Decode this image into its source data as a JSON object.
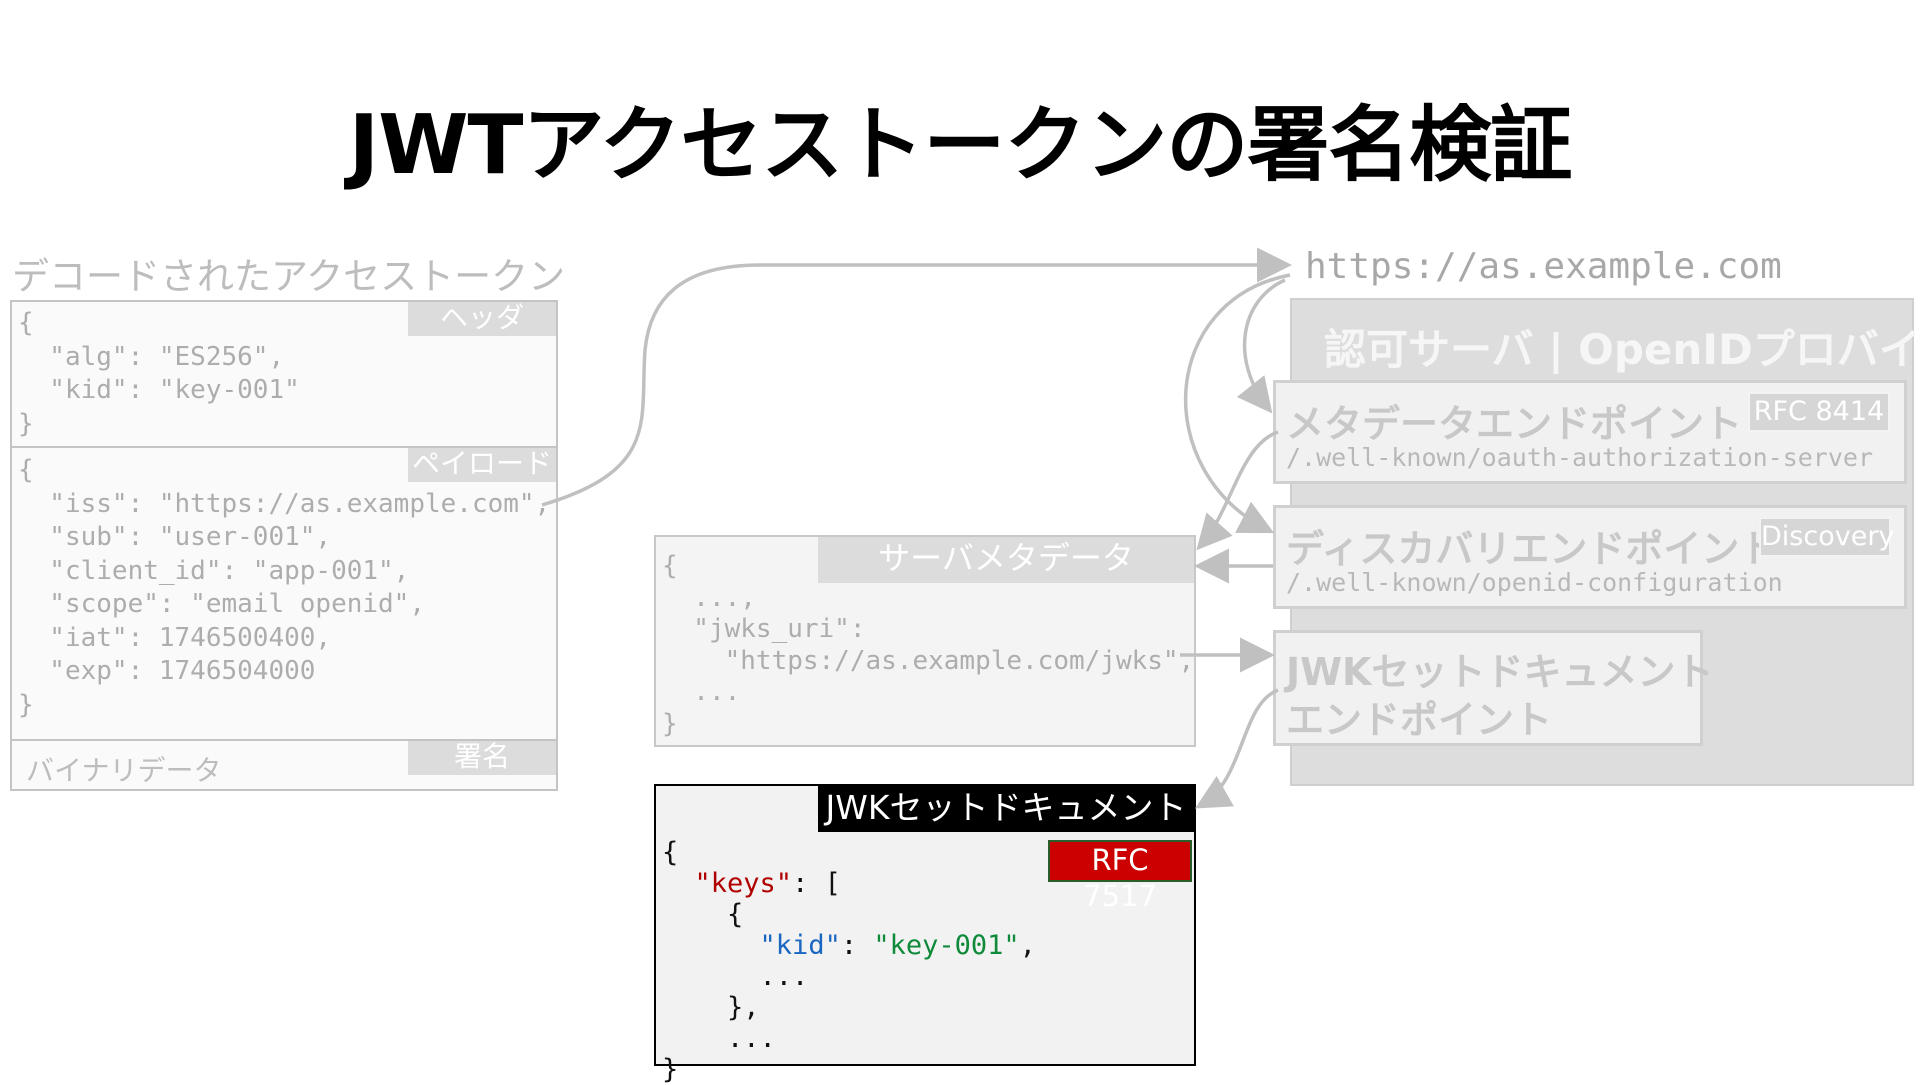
{
  "title": "JWTアクセストークンの署名検証",
  "token": {
    "caption": "デコードされたアクセストークン",
    "header_tag": "ヘッダ",
    "header_lines": [
      "{",
      "  \"alg\": \"ES256\",",
      "  \"kid\": \"key-001\"",
      "}"
    ],
    "payload_tag": "ペイロード",
    "payload_lines": [
      "{",
      "  \"iss\": \"https://as.example.com\",",
      "  \"sub\": \"user-001\",",
      "  \"client_id\": \"app-001\",",
      "  \"scope\": \"email openid\",",
      "  \"iat\": 1746500400,",
      "  \"exp\": 1746504000",
      "}"
    ],
    "signature_tag": "署名",
    "signature_text": "バイナリデータ"
  },
  "issuer_url": "https://as.example.com",
  "server": {
    "title": "認可サーバ | OpenIDプロバイダ",
    "metadata_endpoint": {
      "title": "メタデータエンドポイント",
      "rfc": "RFC 8414",
      "path": "/.well-known/oauth-authorization-server"
    },
    "discovery_endpoint": {
      "title": "ディスカバリエンドポイント",
      "rfc": "Discovery",
      "path": "/.well-known/openid-configuration"
    },
    "jwks_endpoint": {
      "title_line1": "JWKセットドキュメント",
      "title_line2": "エンドポイント"
    }
  },
  "server_metadata": {
    "tag": "サーバメタデータ",
    "lines": [
      "{",
      "  ...,",
      "  \"jwks_uri\":",
      "    \"https://as.example.com/jwks\",",
      "  ...",
      "}"
    ]
  },
  "jwks_doc": {
    "tag": "JWKセットドキュメント",
    "rfc": "RFC 7517",
    "brace_open": "{",
    "keys_key": "\"keys\"",
    "keys_after": ": [",
    "obj_open": "    {",
    "kid_key": "\"kid\"",
    "kid_sep": ": ",
    "kid_value": "\"key-001\"",
    "kid_comma": ",",
    "ellipsis_inner": "      ...",
    "obj_close": "    },",
    "ellipsis_outer": "    ...",
    "brace_close": "}"
  },
  "colors": {
    "rfc_red": "#cc0000",
    "key_red": "#b00000",
    "key_blue": "#1a66c0",
    "value_green": "#0f8a3a",
    "arrow_gray": "#c0c0c0"
  }
}
